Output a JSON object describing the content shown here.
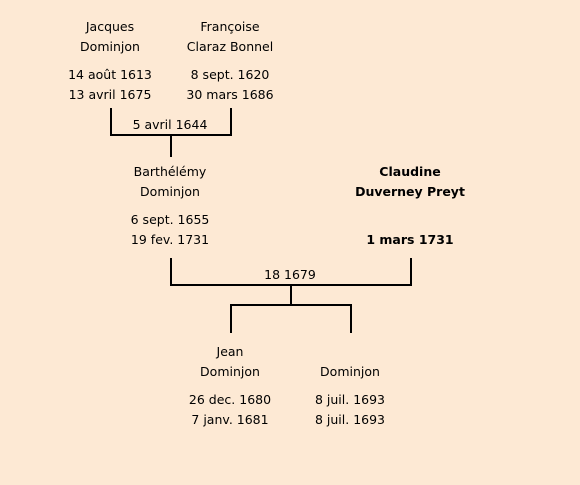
{
  "grandparents": {
    "father": {
      "first_name": "Jacques",
      "last_name": "Dominjon",
      "birth": "14 août 1613",
      "death": "13 avril 1675"
    },
    "mother": {
      "first_name": "Françoise",
      "last_name": "Claraz Bonnel",
      "birth": "8 sept. 1620",
      "death": "30 mars 1686"
    },
    "marriage_date": "5 avril 1644"
  },
  "parents": {
    "father": {
      "first_name": "Barthélémy",
      "last_name": "Dominjon",
      "birth": "6 sept. 1655",
      "death": "19 fev. 1731"
    },
    "mother": {
      "first_name": "Claudine",
      "last_name": "Duverney Preyt",
      "birth": "",
      "death": "1 mars 1731"
    },
    "marriage_date": "18 1679"
  },
  "children": [
    {
      "first_name": "Jean",
      "last_name": "Dominjon",
      "birth": "26 dec. 1680",
      "death": "7 janv. 1681"
    },
    {
      "first_name": "",
      "last_name": "Dominjon",
      "birth": "8 juil. 1693",
      "death": "8 juil. 1693"
    }
  ],
  "colors": {
    "background": "#fde9d4",
    "lines": "#000000"
  }
}
